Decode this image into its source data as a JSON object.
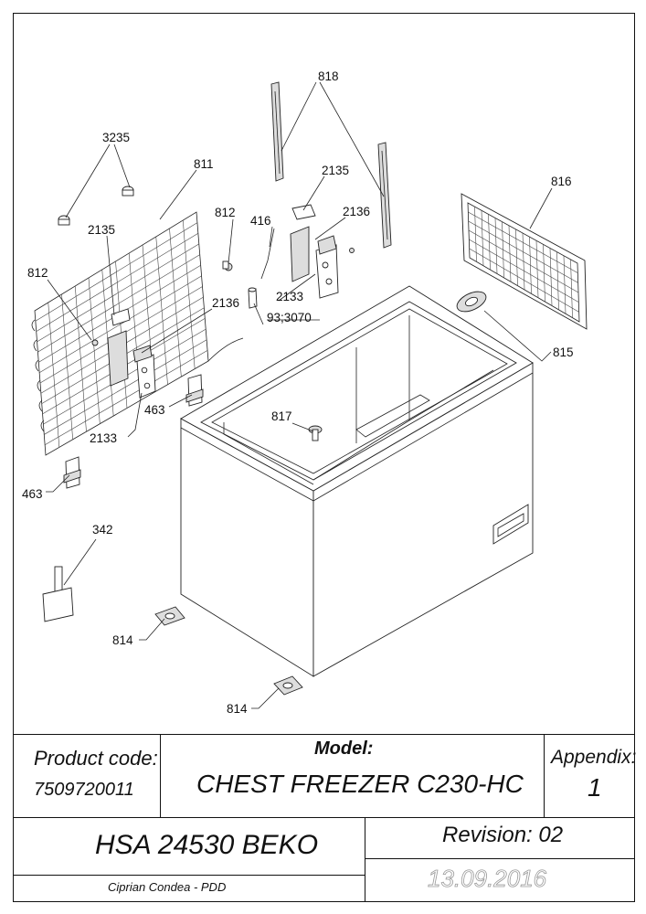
{
  "labels": [
    {
      "id": "818",
      "text": "818"
    },
    {
      "id": "3235",
      "text": "3235"
    },
    {
      "id": "811",
      "text": "811"
    },
    {
      "id": "2135-top",
      "text": "2135"
    },
    {
      "id": "2136-top",
      "text": "2136"
    },
    {
      "id": "816",
      "text": "816"
    },
    {
      "id": "812-top",
      "text": "812"
    },
    {
      "id": "416",
      "text": "416"
    },
    {
      "id": "2135-left",
      "text": "2135"
    },
    {
      "id": "812-left",
      "text": "812"
    },
    {
      "id": "2136-left",
      "text": "2136"
    },
    {
      "id": "2133-top",
      "text": "2133"
    },
    {
      "id": "93-3070",
      "text": "93;3070"
    },
    {
      "id": "815",
      "text": "815"
    },
    {
      "id": "463-mid",
      "text": "463"
    },
    {
      "id": "817",
      "text": "817"
    },
    {
      "id": "2133-left",
      "text": "2133"
    },
    {
      "id": "463-left",
      "text": "463"
    },
    {
      "id": "342",
      "text": "342"
    },
    {
      "id": "814-left",
      "text": "814"
    },
    {
      "id": "814-bottom",
      "text": "814"
    }
  ],
  "title_block": {
    "product_code_label": "Product code:",
    "product_code": "7509720011",
    "model_label": "Model:",
    "model": "CHEST FREEZER C230-HC",
    "appendix_label": "Appendix:",
    "appendix": "1",
    "company": "HSA 24530 BEKO",
    "revision": "Revision: 02",
    "author": "Ciprian Condea - PDD",
    "date": "13.09.2016"
  }
}
